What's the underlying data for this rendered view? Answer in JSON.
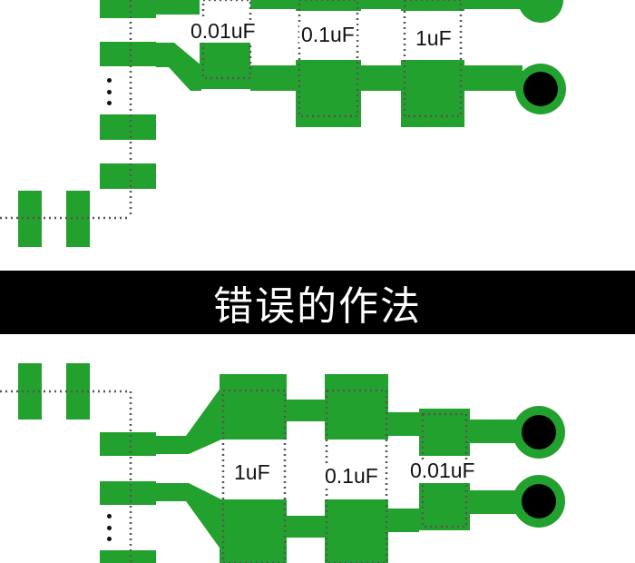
{
  "colors": {
    "copper": "#23a12e",
    "outline": "#555555",
    "hole": "#000000",
    "banner_bg": "#000000",
    "banner_text": "#ffffff"
  },
  "top_layout": {
    "cap_labels": [
      "0.01uF",
      "0.1uF",
      "1uF"
    ]
  },
  "divider": {
    "text": "错误的作法"
  },
  "bottom_layout": {
    "cap_labels": [
      "1uF",
      "0.1uF",
      "0.01uF"
    ]
  }
}
